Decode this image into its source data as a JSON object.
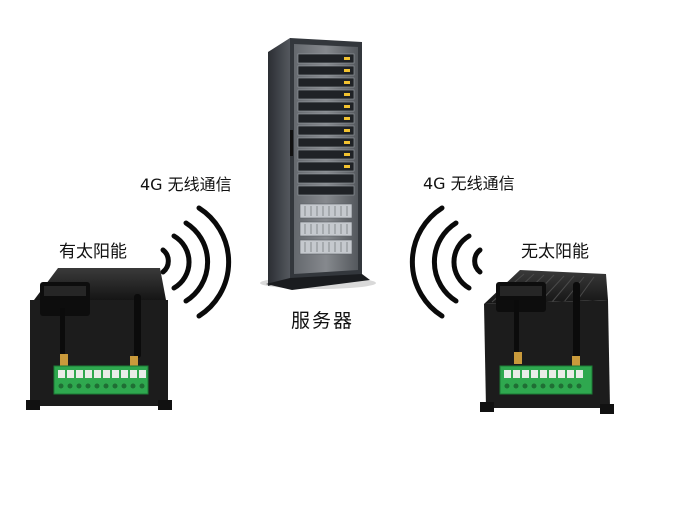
{
  "labels": {
    "wireless_left": "4G 无线通信",
    "wireless_right": "4G 无线通信",
    "device_left": "有太阳能",
    "device_right": "无太阳能",
    "server": "服务器"
  },
  "icons": {
    "server": "server-rack-icon",
    "signal_left": "wireless-signal-icon",
    "signal_right": "wireless-signal-icon",
    "device_left": "gateway-device-icon",
    "device_right": "gateway-device-icon"
  },
  "colors": {
    "background": "#ffffff",
    "device_body": "#1c1c1c",
    "terminal_green": "#2fa84f",
    "signal_arc": "#0a0a0a",
    "server_frame": "#2a2d31"
  }
}
